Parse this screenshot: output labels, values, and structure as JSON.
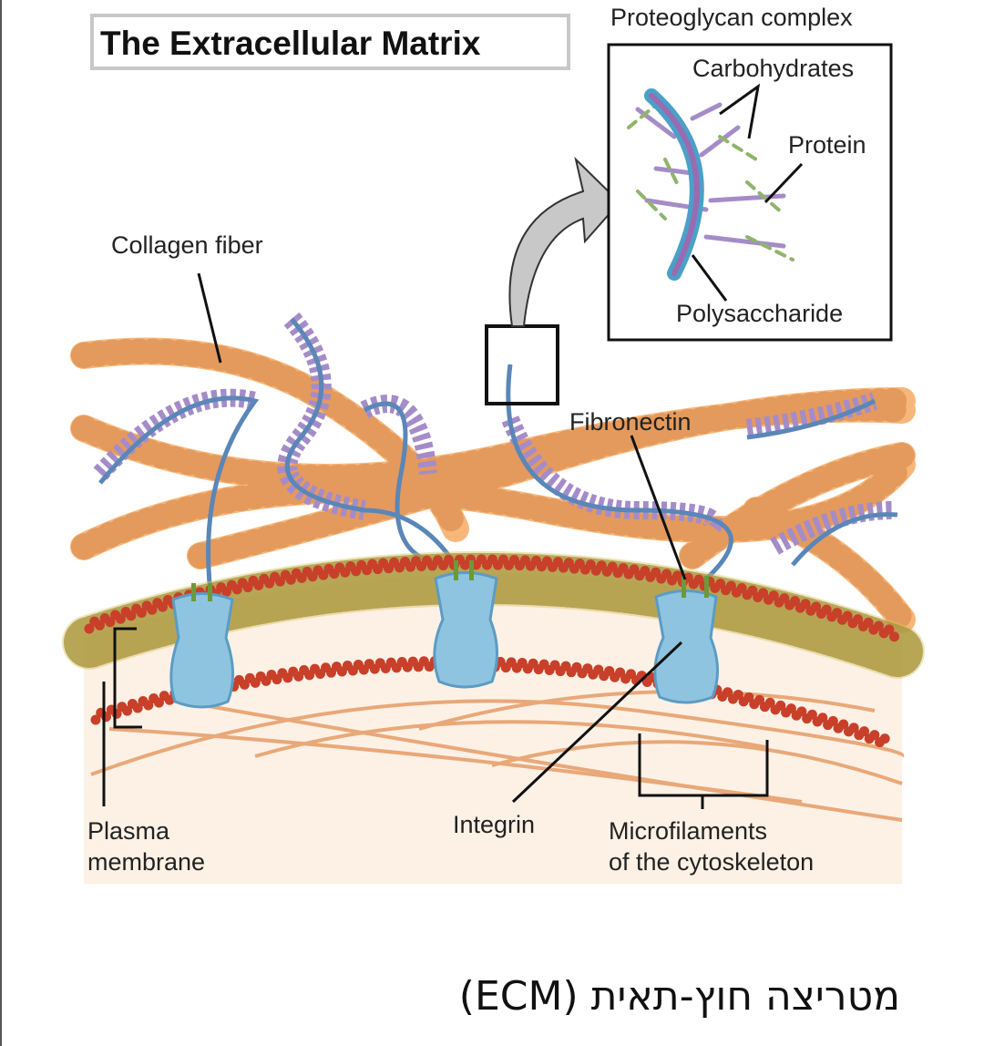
{
  "diagram": {
    "title": "The Extracellular Matrix",
    "inset_title": "Proteoglycan complex",
    "labels": {
      "carbohydrates": "Carbohydrates",
      "protein": "Protein",
      "polysaccharide": "Polysaccharide",
      "collagen_fiber": "Collagen fiber",
      "fibronectin": "Fibronectin",
      "plasma_membrane_1": "Plasma",
      "plasma_membrane_2": "membrane",
      "integrin": "Integrin",
      "microfilaments_1": "Microfilaments",
      "microfilaments_2": "of the cytoskeleton"
    },
    "colors": {
      "collagen": "#f7b77a",
      "fibronectin": "#5a86b8",
      "carbohydrate_branch": "#a58cc8",
      "phospholipid_head": "#c8402a",
      "integrin": "#8fc4e0",
      "cytoplasm": "#fdf1e6"
    }
  },
  "caption": "מטריצה חוץ-תאית (ECM)"
}
